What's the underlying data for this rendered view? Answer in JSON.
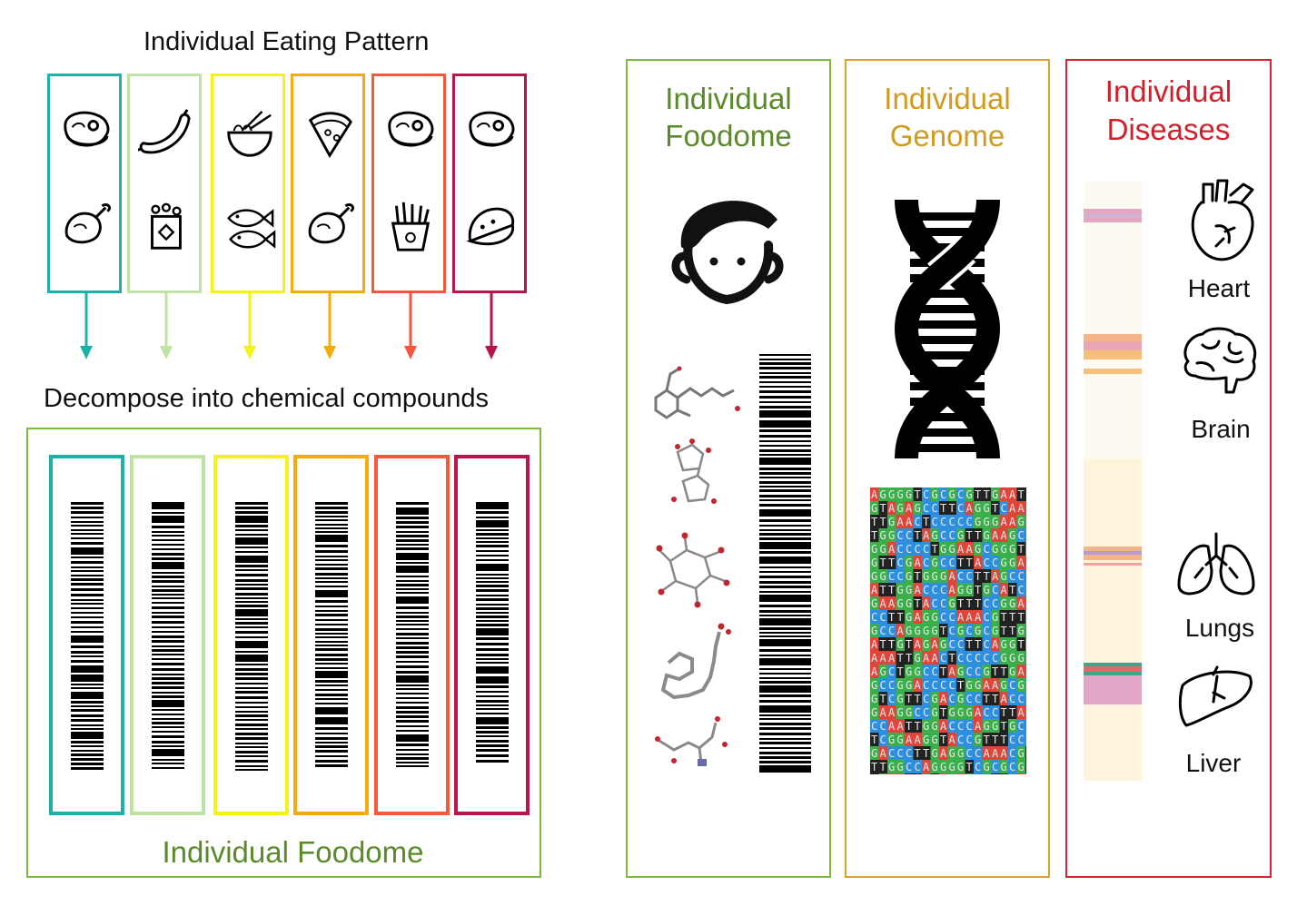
{
  "left": {
    "title": "Individual Eating Pattern",
    "subtitle": "Decompose into chemical compounds",
    "foodome_label": "Individual Foodome",
    "columns": [
      {
        "color": "#1fb0a8",
        "icons": [
          "steak-icon",
          "chicken-leg-icon"
        ]
      },
      {
        "color": "#bfe3a2",
        "icons": [
          "sausage-icon",
          "popcorn-icon"
        ]
      },
      {
        "color": "#f4f21a",
        "icons": [
          "noodles-icon",
          "fish-icon"
        ]
      },
      {
        "color": "#f5ab10",
        "icons": [
          "pizza-icon",
          "chicken-leg-icon"
        ]
      },
      {
        "color": "#f5573a",
        "icons": [
          "steak-icon",
          "fries-icon"
        ]
      },
      {
        "color": "#b81548",
        "icons": [
          "steak-icon",
          "taco-icon"
        ]
      }
    ]
  },
  "panels": {
    "foodome": {
      "title_line1": "Individual",
      "title_line2": "Foodome",
      "color": "#5a8a2a",
      "border": "#7cbb3c"
    },
    "genome": {
      "title_line1": "Individual",
      "title_line2": "Genome",
      "color": "#d19a20",
      "border": "#d9a32e"
    },
    "diseases": {
      "title_line1": "Individual",
      "title_line2": "Diseases",
      "color": "#d21f2a",
      "border": "#d6232e"
    }
  },
  "organs": [
    {
      "name": "Heart",
      "icon": "heart-organ-icon"
    },
    {
      "name": "Brain",
      "icon": "brain-icon"
    },
    {
      "name": "Lungs",
      "icon": "lungs-icon"
    },
    {
      "name": "Liver",
      "icon": "liver-icon"
    }
  ],
  "genome_sequence": "AGGGGTCGCGCGTTGAATTGTAGAGCCTTCAGGTCAAATTGAACTCCCCCGGGAAGCTGGCCTAGCCGTTGAAGCCGGACCCCTGGAAGCGGGTCGTTCGACGCCTTACCGGAAGGCCGTGGGACCTTAGCCAATTGGACCCAGGTGCATCGGAAGGTACCGTTTCCGGACCCTTGAGGCCAAACGTTTGGCC"
}
